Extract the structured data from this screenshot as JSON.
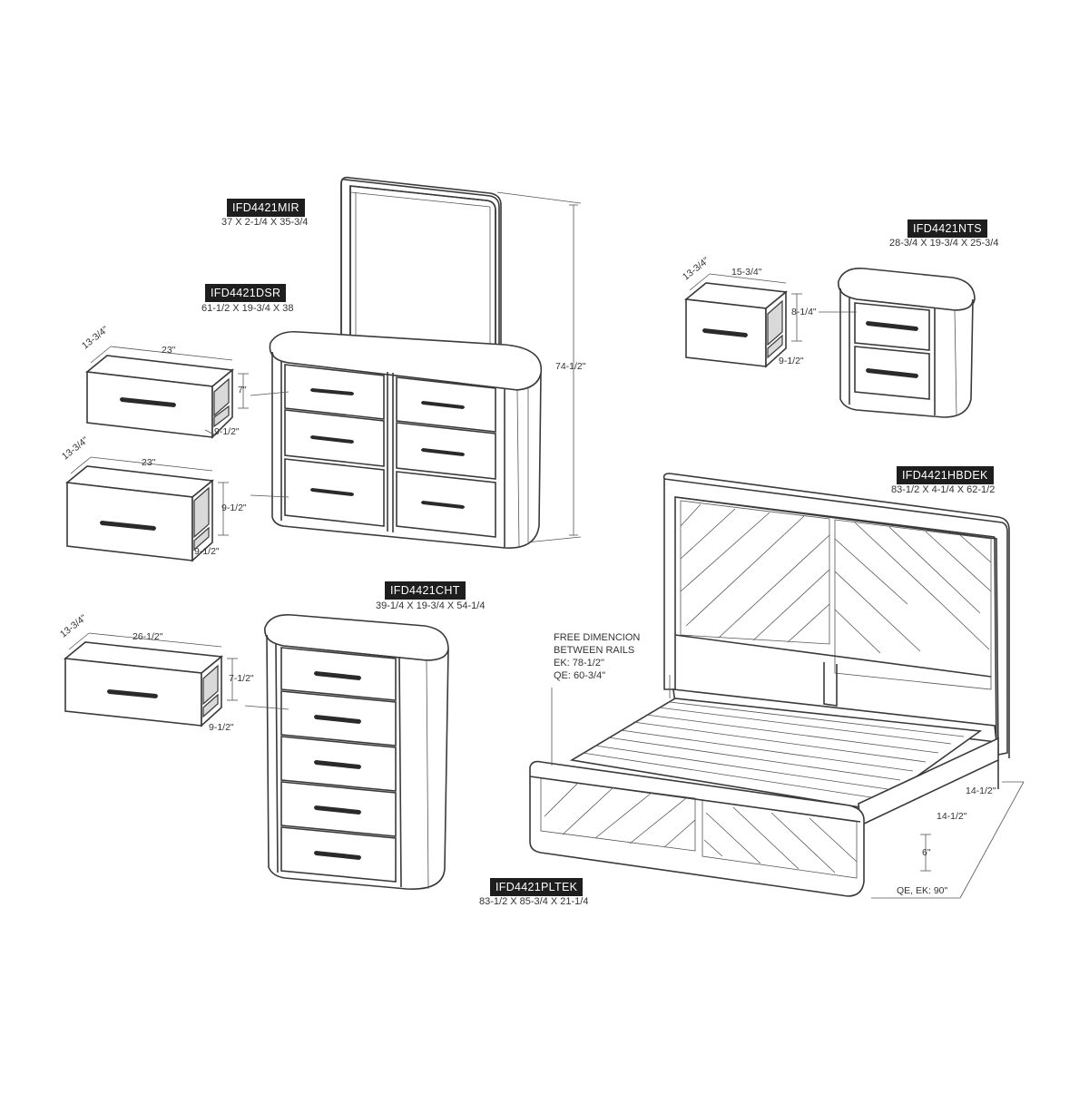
{
  "products": {
    "mirror": {
      "code": "IFD4421MIR",
      "size": "37 X 2-1/4 X 35-3/4"
    },
    "dresser": {
      "code": "IFD4421DSR",
      "size": "61-1/2 X 19-3/4 X 38"
    },
    "nightstand": {
      "code": "IFD4421NTS",
      "size": "28-3/4 X 19-3/4 X 25-3/4"
    },
    "headboard": {
      "code": "IFD4421HBDEK",
      "size": "83-1/2 X 4-1/4 X 62-1/2"
    },
    "chest": {
      "code": "IFD4421CHT",
      "size": "39-1/4 X 19-3/4 X 54-1/4"
    },
    "platform": {
      "code": "IFD4421PLTEK",
      "size": "83-1/2 X 85-3/4 X 21-1/4"
    }
  },
  "dimensions": {
    "dresser_small_drawer": {
      "depth": "13-3/4\"",
      "width": "23\"",
      "height": "7\"",
      "inner": "9-1/2\""
    },
    "dresser_large_drawer": {
      "depth": "13-3/4\"",
      "width": "23\"",
      "height": "9-1/2\"",
      "inner": "9-1/2\""
    },
    "dresser_overall_height": "74-1/2\"",
    "nightstand_drawer": {
      "depth": "13-3/4\"",
      "width": "15-3/4\"",
      "height": "8-1/4\"",
      "inner": "9-1/2\""
    },
    "chest_drawer": {
      "depth": "13-3/4\"",
      "width": "26-1/2\"",
      "height": "7-1/2\"",
      "inner": "9-1/2\""
    },
    "bed": {
      "rail_upper": "14-1/2\"",
      "rail_lower": "14-1/2\"",
      "clearance": "6\"",
      "rail_length": "QE, EK: 90\""
    }
  },
  "bed_note": [
    "FREE DIMENCION",
    "BETWEEN RAILS",
    "EK: 78-1/2\"",
    "QE: 60-3/4\""
  ]
}
